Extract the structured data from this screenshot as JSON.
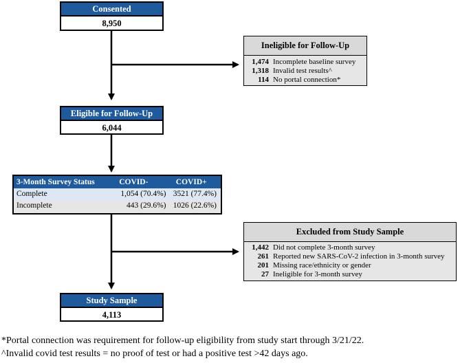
{
  "consented": {
    "title": "Consented",
    "value": "8,950"
  },
  "ineligible": {
    "title": "Ineligible for Follow-Up",
    "rows": [
      {
        "num": "1,474",
        "label": "Incomplete baseline survey"
      },
      {
        "num": "1,318",
        "label": "Invalid test results^"
      },
      {
        "num": "114",
        "label": "No portal connection*"
      }
    ]
  },
  "eligible": {
    "title": "Eligible for Follow-Up",
    "value": "6,044"
  },
  "survey_table": {
    "headers": [
      "3-Month Survey Status",
      "COVID-",
      "COVID+"
    ],
    "rows": [
      [
        "Complete",
        "1,054 (70.4%)",
        "3521 (77.4%)"
      ],
      [
        "Incomplete",
        "443 (29.6%)",
        "1026 (22.6%)"
      ]
    ]
  },
  "excluded": {
    "title": "Excluded from Study Sample",
    "rows": [
      {
        "num": "1,442",
        "label": "Did not complete 3-month survey"
      },
      {
        "num": "261",
        "label": "Reported new SARS-CoV-2 infection in 3-month survey"
      },
      {
        "num": "201",
        "label": "Missing race/ethnicity or gender"
      },
      {
        "num": "27",
        "label": "Ineligible for 3-month survey"
      }
    ]
  },
  "study_sample": {
    "title": "Study Sample",
    "value": "4,113"
  },
  "footnotes": [
    "*Portal connection was requirement for follow-up eligibility from study start through 3/21/22.",
    "^Invalid covid test results = no proof of test or had a positive test >42 days ago."
  ],
  "colors": {
    "header_blue": "#1f5b9c",
    "side_gray": "#e6e6e6",
    "row_blue": "#dde8f4"
  }
}
